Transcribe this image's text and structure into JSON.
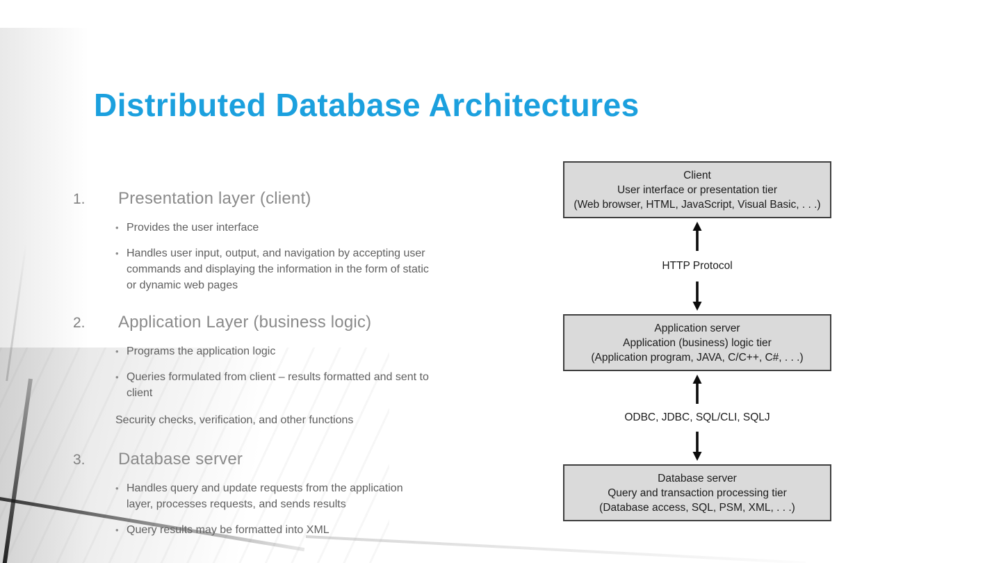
{
  "slide": {
    "title": "Distributed Database Architectures",
    "colors": {
      "title_blue": "#1BA0DE",
      "heading_gray": "#8a8a8a",
      "body_gray": "#5f5f5f",
      "box_fill": "#dadada",
      "box_border": "#3e3e3e"
    }
  },
  "outline": {
    "items": [
      {
        "number": "1.",
        "heading": "Presentation layer (client)",
        "bullets": [
          "Provides the user interface",
          "Handles user input, output, and navigation by accepting user commands and displaying the information in the form of static or dynamic web pages"
        ]
      },
      {
        "number": "2.",
        "heading": "Application Layer (business logic)",
        "bullets": [
          "Programs the application logic",
          "Queries formulated from client – results formatted and sent to client"
        ],
        "note": "Security checks, verification, and other functions"
      },
      {
        "number": "3.",
        "heading": "Database server",
        "bullets": [
          "Handles query and update requests from the application layer, processes requests, and sends results",
          "Query results may be formatted into XML"
        ]
      }
    ]
  },
  "diagram": {
    "boxes": [
      {
        "title": "Client",
        "subtitle": "User interface or presentation tier",
        "detail": "(Web browser, HTML, JavaScript, Visual Basic, . . .)"
      },
      {
        "title": "Application server",
        "subtitle": "Application (business) logic tier",
        "detail": "(Application program, JAVA, C/C++, C#, . . .)"
      },
      {
        "title": "Database server",
        "subtitle": "Query and transaction processing tier",
        "detail": "(Database access, SQL, PSM, XML, . . .)"
      }
    ],
    "connectors": [
      {
        "label": "HTTP Protocol"
      },
      {
        "label": "ODBC, JDBC, SQL/CLI, SQLJ"
      }
    ]
  }
}
